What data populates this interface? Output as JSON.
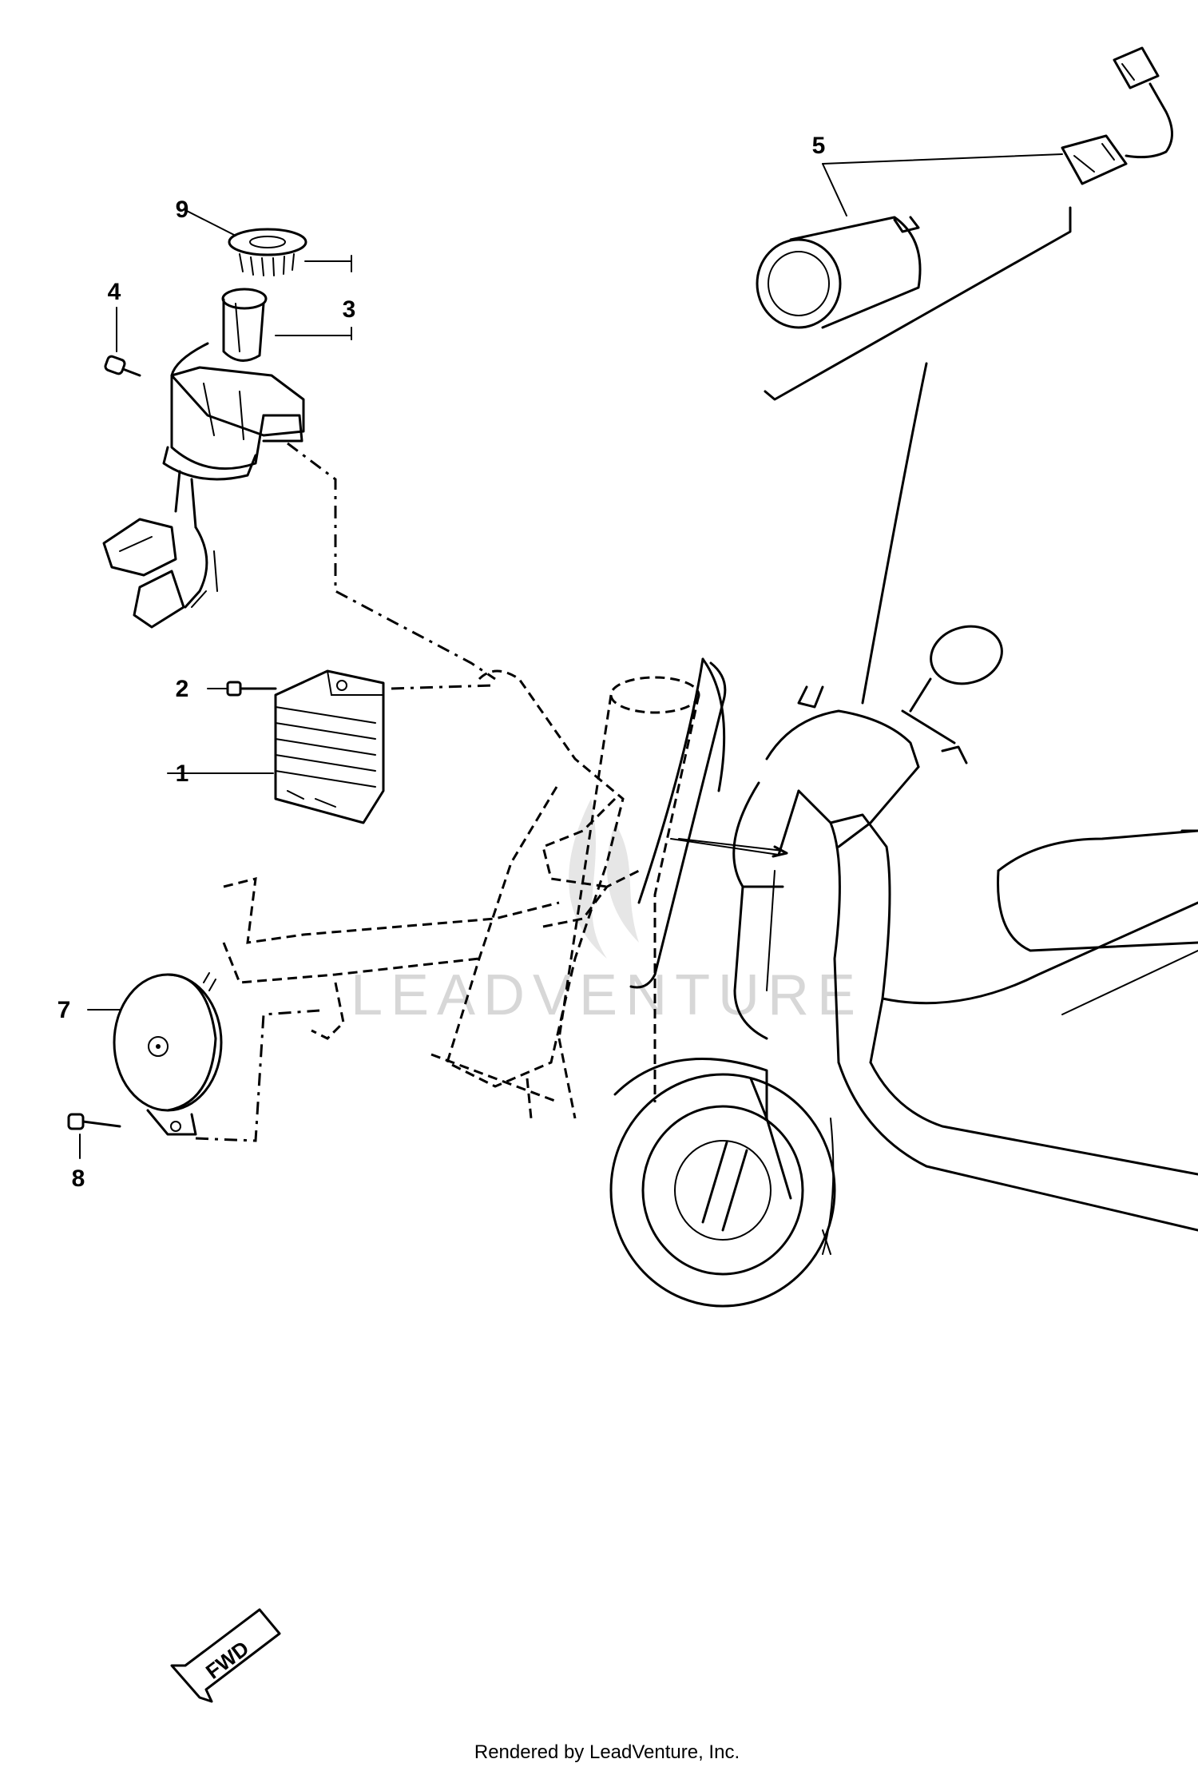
{
  "diagram": {
    "callouts": [
      {
        "id": "1",
        "text": "1"
      },
      {
        "id": "2",
        "text": "2"
      },
      {
        "id": "3",
        "text": "3"
      },
      {
        "id": "4",
        "text": "4"
      },
      {
        "id": "5",
        "text": "5"
      },
      {
        "id": "7",
        "text": "7"
      },
      {
        "id": "8",
        "text": "8"
      },
      {
        "id": "9",
        "text": "9"
      }
    ],
    "direction_marker": "FWD",
    "watermark": "LEADVENTURE",
    "footer_credit": "Rendered by LeadVenture, Inc."
  }
}
